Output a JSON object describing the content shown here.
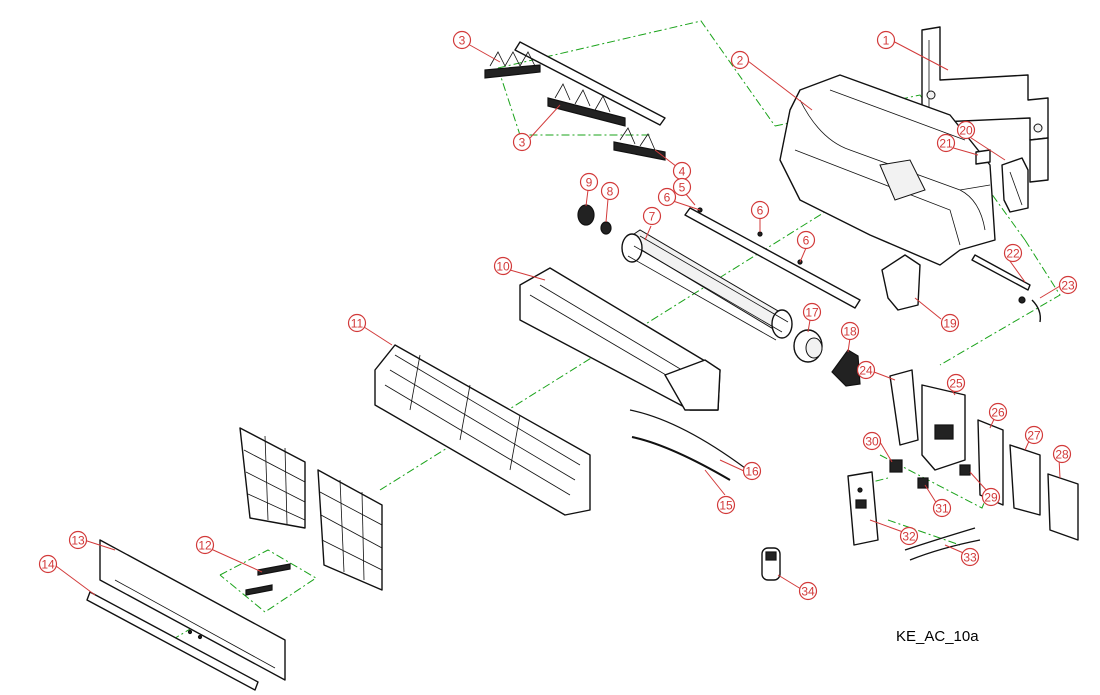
{
  "figure_code": "KE_AC_10a",
  "callouts": [
    "1",
    "2",
    "3",
    "3",
    "4",
    "5",
    "6",
    "6",
    "6",
    "7",
    "8",
    "9",
    "10",
    "11",
    "12",
    "13",
    "14",
    "15",
    "16",
    "17",
    "18",
    "19",
    "20",
    "21",
    "22",
    "23",
    "24",
    "25",
    "26",
    "27",
    "28",
    "29",
    "30",
    "31",
    "32",
    "33",
    "34"
  ],
  "colors": {
    "callout": "#d23a3a",
    "axis": "#1aa31a",
    "line": "#111111"
  }
}
